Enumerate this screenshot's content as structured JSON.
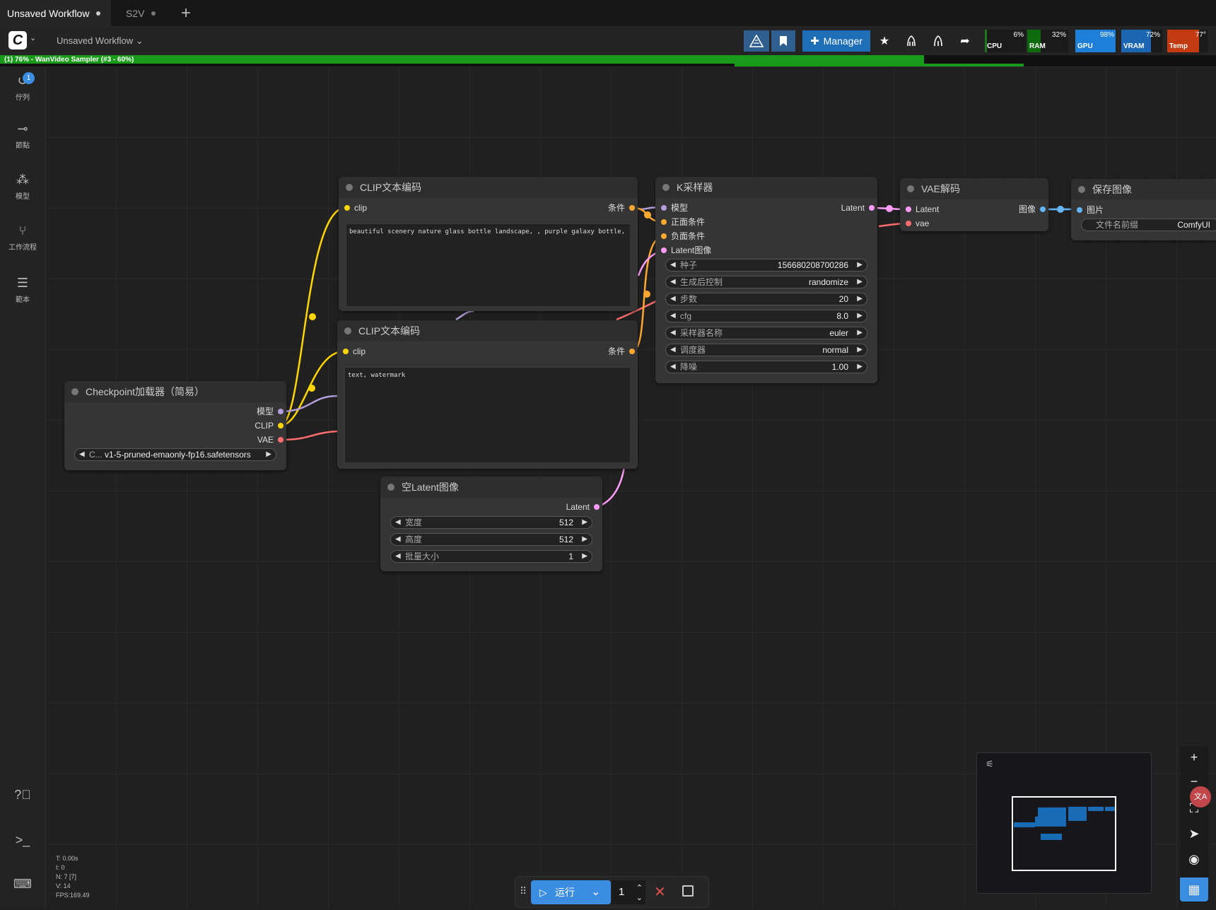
{
  "tabs": [
    {
      "label": "Unsaved Workflow",
      "active": true
    },
    {
      "label": "S2V",
      "active": false
    }
  ],
  "toolbar": {
    "workflow_menu": "Unsaved Workflow",
    "manager_label": "Manager"
  },
  "meters": [
    {
      "label": "CPU",
      "value": "6%",
      "fraction": 0.06,
      "color": "#1a7a1a"
    },
    {
      "label": "RAM",
      "value": "32%",
      "fraction": 0.32,
      "color": "#0d6b0d"
    },
    {
      "label": "GPU",
      "value": "98%",
      "fraction": 0.98,
      "color": "#1e7fd8"
    },
    {
      "label": "VRAM",
      "value": "72%",
      "fraction": 0.72,
      "color": "#1b65b3"
    },
    {
      "label": "Temp",
      "value": "77°",
      "fraction": 0.77,
      "color": "#c43a10"
    }
  ],
  "progress": {
    "text": "(1) 76% - WanVideo Sampler (#3 - 60%)",
    "overall_fraction": 0.76,
    "node_fraction": 0.6
  },
  "sidebar": [
    {
      "icon": "queue-icon",
      "label": "佇列",
      "badge": "1"
    },
    {
      "icon": "node-icon",
      "label": "節點"
    },
    {
      "icon": "model-icon",
      "label": "模型"
    },
    {
      "icon": "workflow-icon",
      "label": "工作流程"
    },
    {
      "icon": "template-icon",
      "label": "範本"
    }
  ],
  "nodes": {
    "clip1": {
      "title": "CLIP文本编码",
      "input": "clip",
      "output": "条件",
      "text": "beautiful scenery nature glass bottle landscape, , purple galaxy bottle,"
    },
    "clip2": {
      "title": "CLIP文本编码",
      "input": "clip",
      "output": "条件",
      "text": "text, watermark"
    },
    "checkpoint": {
      "title": "Checkpoint加载器（简易）",
      "outputs": [
        "模型",
        "CLIP",
        "VAE"
      ],
      "ckpt_prefix": "C...",
      "ckpt_value": "v1-5-pruned-emaonly-fp16.safetensors"
    },
    "ksampler": {
      "title": "K采样器",
      "inputs": [
        "模型",
        "正面条件",
        "负面条件",
        "Latent图像"
      ],
      "output": "Latent",
      "widgets": [
        {
          "label": "种子",
          "value": "156680208700286"
        },
        {
          "label": "生成后控制",
          "value": "randomize"
        },
        {
          "label": "步数",
          "value": "20"
        },
        {
          "label": "cfg",
          "value": "8.0"
        },
        {
          "label": "采样器名称",
          "value": "euler"
        },
        {
          "label": "调度器",
          "value": "normal"
        },
        {
          "label": "降噪",
          "value": "1.00"
        }
      ]
    },
    "vae": {
      "title": "VAE解码",
      "inputs": [
        "Latent",
        "vae"
      ],
      "output": "图像"
    },
    "save": {
      "title": "保存图像",
      "input": "图片",
      "widget_label": "文件名前缀",
      "widget_value": "ComfyUI"
    },
    "latent": {
      "title": "空Latent图像",
      "output": "Latent",
      "widgets": [
        {
          "label": "宽度",
          "value": "512"
        },
        {
          "label": "高度",
          "value": "512"
        },
        {
          "label": "批量大小",
          "value": "1"
        }
      ]
    }
  },
  "stats": [
    "T: 0.00s",
    "I: 0",
    "N: 7 [7]",
    "V: 14",
    "FPS:169.49"
  ],
  "runbar": {
    "run_label": "运行",
    "batch_count": "1"
  },
  "colors": {
    "clip_wire": "#ffd500",
    "model_wire": "#b39ddb",
    "vae_wire": "#ff6e6e",
    "cond_wire": "#ffa931",
    "latent_wire": "#ff9cf9",
    "image_wire": "#64b5f6",
    "accent": "#3a8de0"
  }
}
